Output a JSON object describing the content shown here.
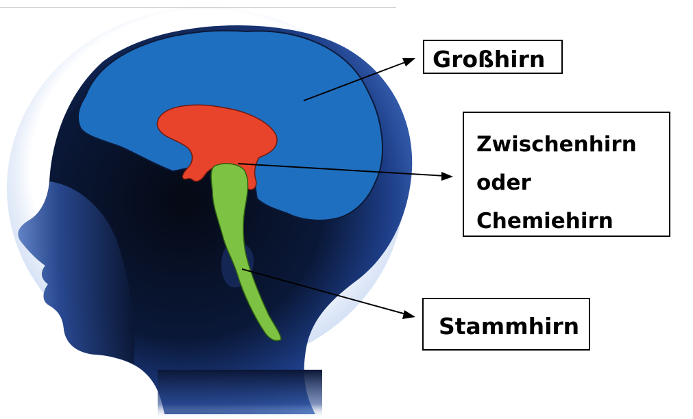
{
  "labels": {
    "grosshirn": "Großhirn",
    "zwischenhirn_line1": "Zwischenhirn",
    "zwischenhirn_line2": "oder",
    "zwischenhirn_line3": "Chemiehirn",
    "stammhirn": "Stammhirn"
  },
  "colors": {
    "cerebrum": "#1f6fc0",
    "diencephalon": "#e8432b",
    "brainstem": "#7dc242",
    "head": "#0e1f4d"
  }
}
